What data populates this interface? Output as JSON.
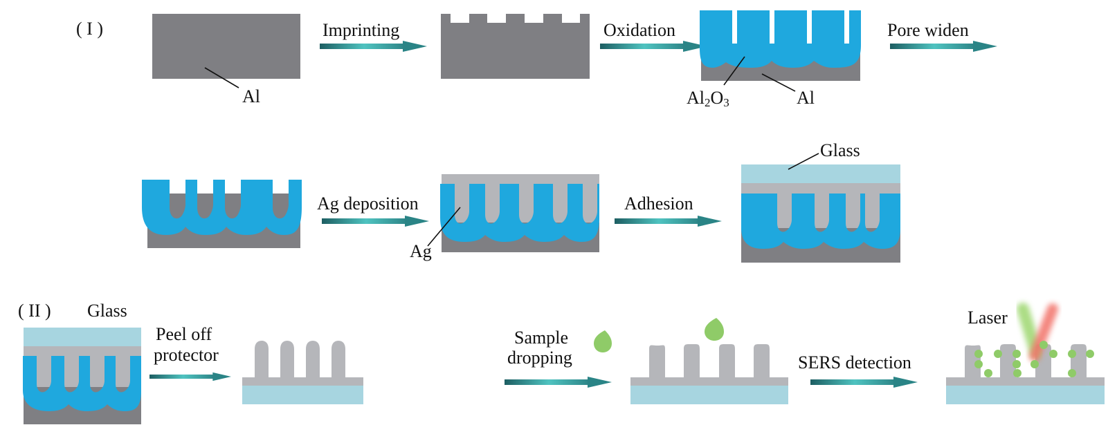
{
  "colors": {
    "aluminum": "#7f7f83",
    "alumina": "#1fa8de",
    "silver": "#b5b6ba",
    "glass": "#a7d5e0",
    "droplet": "#8fcb68",
    "laser_green": "#9ed770",
    "laser_red": "#f2736a",
    "arrow_dark": "#1d5e62",
    "arrow_light": "#4fc3c0"
  },
  "sections": {
    "part1": "( I )",
    "part2": "( II )"
  },
  "steps": {
    "imprinting": "Imprinting",
    "oxidation": "Oxidation",
    "pore_widen": "Pore widen",
    "ag_deposition": "Ag deposition",
    "adhesion": "Adhesion",
    "peel_off_line1": "Peel off",
    "peel_off_line2": "protector",
    "sample_line1": "Sample",
    "sample_line2": "dropping",
    "sers_detection": "SERS detection"
  },
  "materials": {
    "al": "Al",
    "al2o3_base": "Al",
    "al2o3_sub1": "2",
    "al2o3_mid": "O",
    "al2o3_sub2": "3",
    "al_right": "Al",
    "ag": "Ag",
    "glass_1": "Glass",
    "glass_2": "Glass",
    "laser": "Laser"
  }
}
